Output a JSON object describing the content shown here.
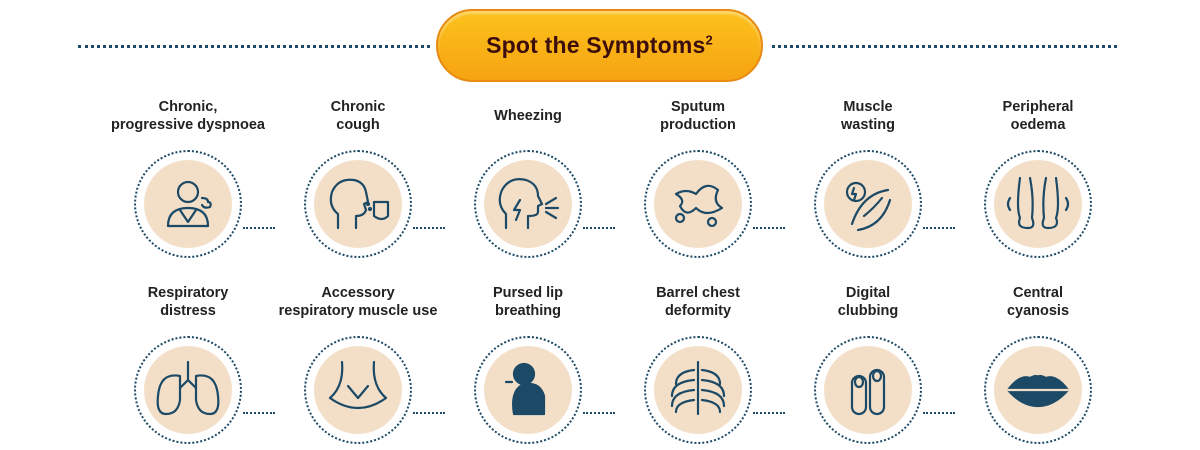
{
  "header": {
    "title": "Spot the Symptoms",
    "superscript": "2"
  },
  "symptoms": [
    {
      "label1": "Chronic,",
      "label2": "progressive dyspnoea",
      "icon": "breathless-person-icon"
    },
    {
      "label1": "Chronic",
      "label2": "cough",
      "icon": "coughing-person-icon"
    },
    {
      "label1": "",
      "label2": "Wheezing",
      "icon": "wheezing-head-icon"
    },
    {
      "label1": "Sputum",
      "label2": "production",
      "icon": "sputum-icon"
    },
    {
      "label1": "Muscle",
      "label2": "wasting",
      "icon": "muscle-icon"
    },
    {
      "label1": "Peripheral",
      "label2": "oedema",
      "icon": "swollen-legs-icon"
    },
    {
      "label1": "Respiratory",
      "label2": "distress",
      "icon": "lungs-icon"
    },
    {
      "label1": "Accessory",
      "label2": "respiratory muscle use",
      "icon": "neck-muscles-icon"
    },
    {
      "label1": "Pursed lip",
      "label2": "breathing",
      "icon": "pursed-lip-person-icon"
    },
    {
      "label1": "Barrel chest",
      "label2": "deformity",
      "icon": "ribcage-icon"
    },
    {
      "label1": "Digital",
      "label2": "clubbing",
      "icon": "clubbed-fingers-icon"
    },
    {
      "label1": "Central",
      "label2": "cyanosis",
      "icon": "lips-icon"
    }
  ],
  "colors": {
    "accent": "#f9b418",
    "ink": "#1c4a66",
    "disc": "#f3dfc8"
  }
}
